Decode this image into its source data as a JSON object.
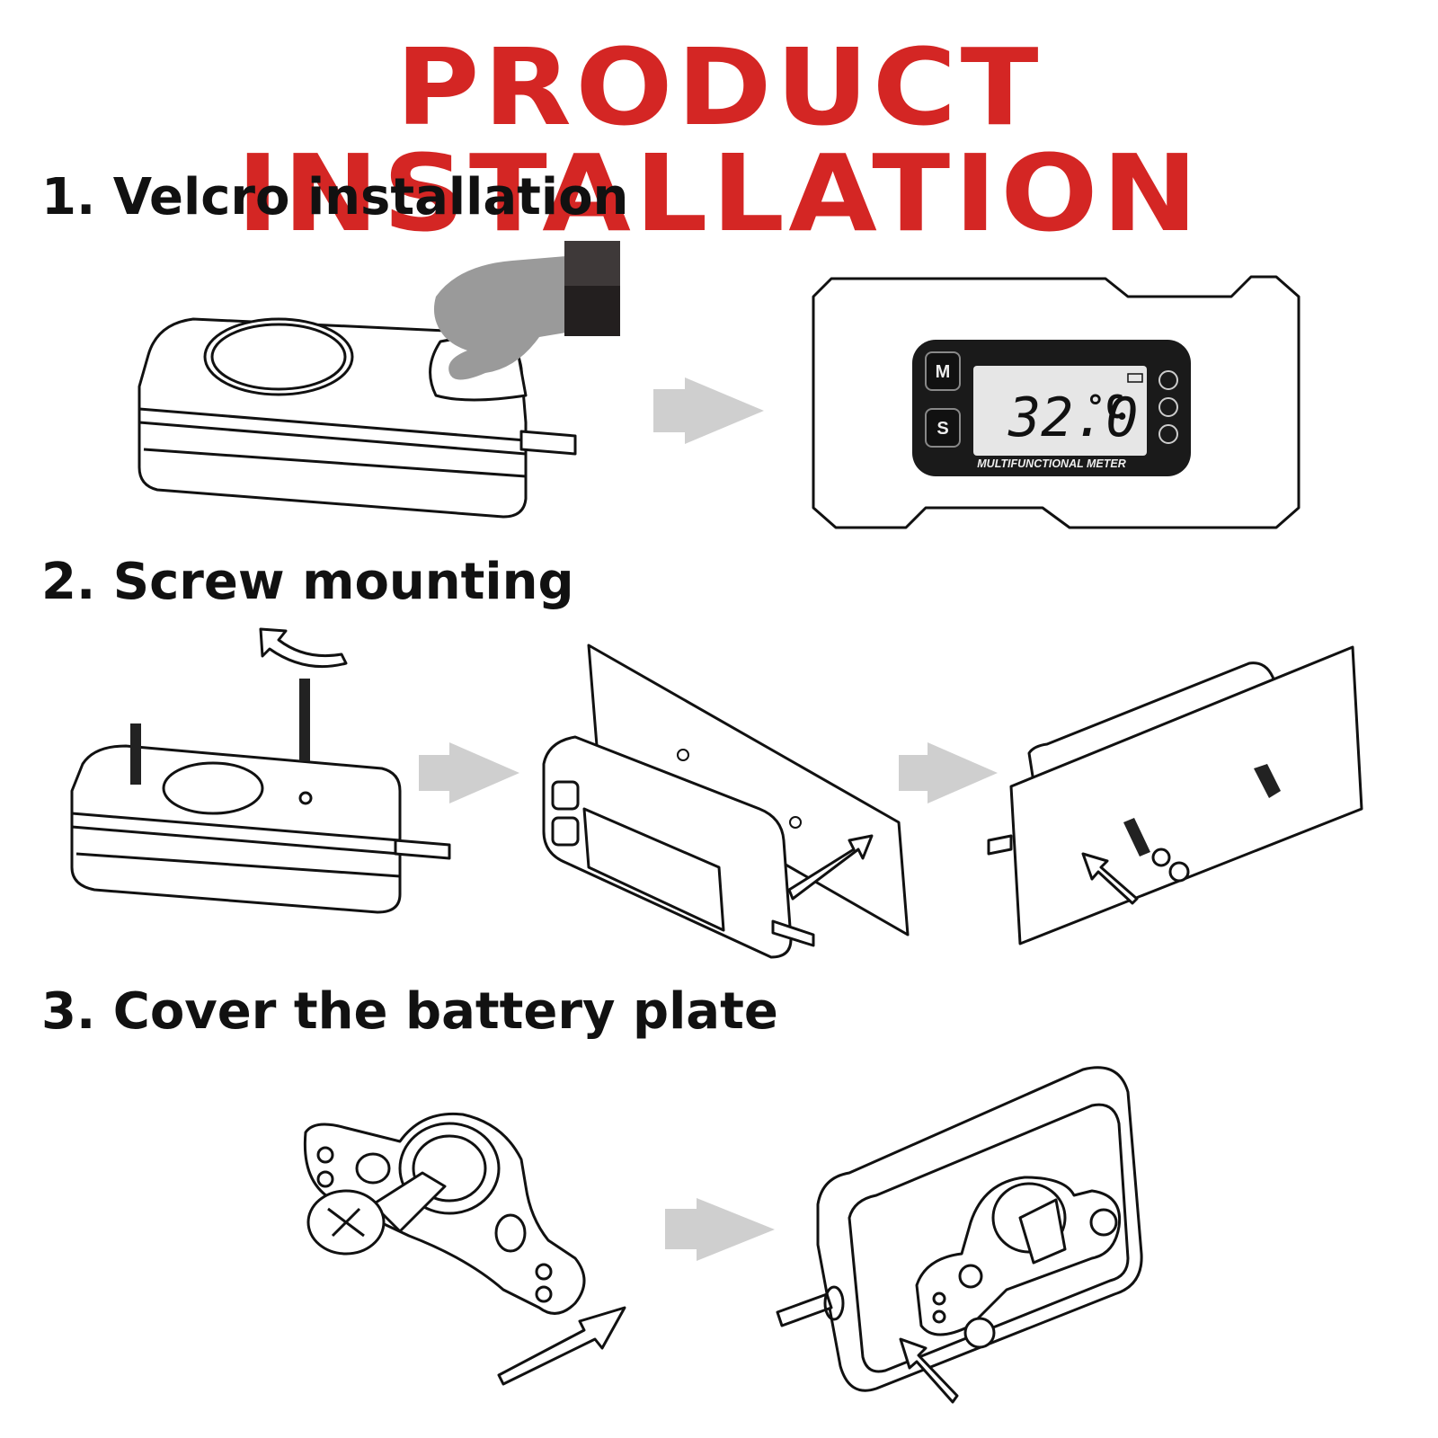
{
  "title": "PRODUCT INSTALLATION",
  "steps": [
    {
      "label": "1. Velcro installation"
    },
    {
      "label": "2. Screw mounting"
    },
    {
      "label": "3. Cover the battery plate"
    }
  ],
  "meter": {
    "reading": "32.0",
    "unit": "°C",
    "button_m": "M",
    "button_s": "S",
    "caption": "MULTIFUNCTIONAL METER"
  },
  "colors": {
    "title": "#d42624",
    "arrow": "#cfcfcf",
    "line": "#111111"
  }
}
